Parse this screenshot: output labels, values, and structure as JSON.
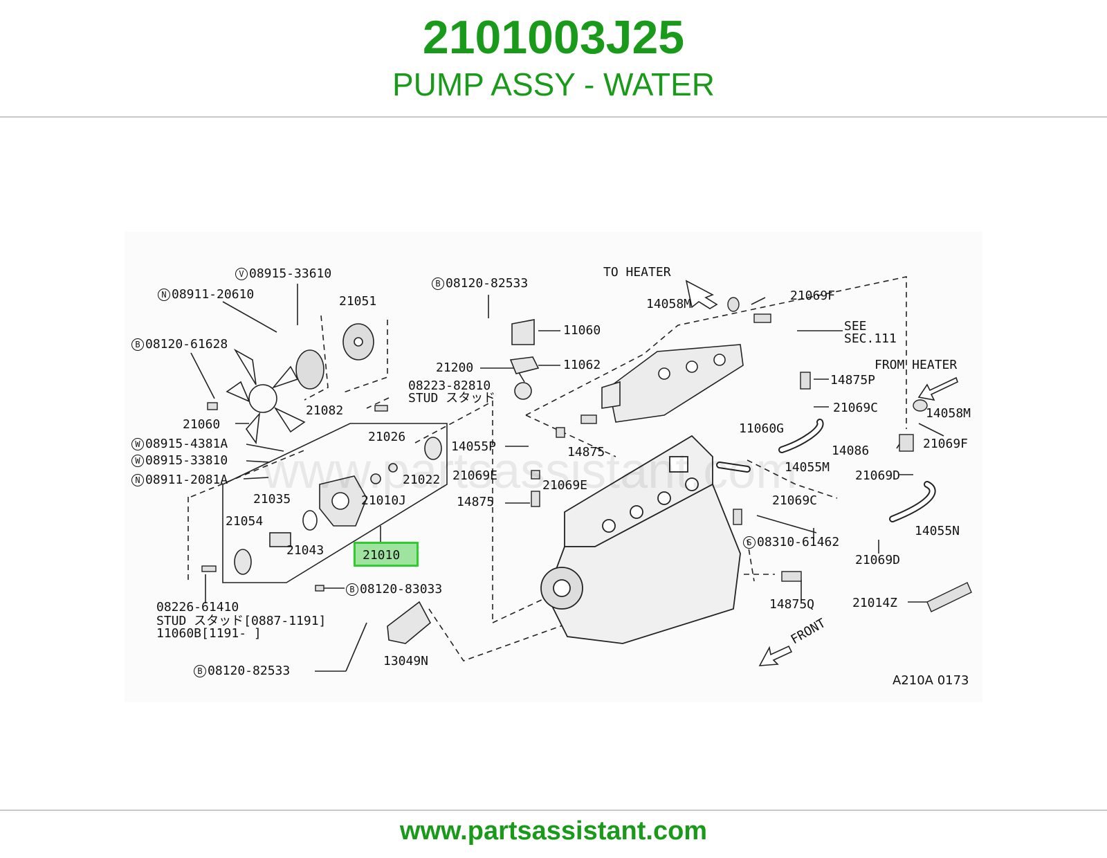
{
  "header": {
    "part_number": "2101003J25",
    "part_name": "PUMP ASSY - WATER"
  },
  "diagram": {
    "code": "A210A 0173",
    "watermark": "www.partsassistant.com",
    "highlighted_part": "21010",
    "callouts": {
      "c08915_33610": {
        "badge": "V",
        "text": "08915-33610"
      },
      "c08911_20610": {
        "badge": "N",
        "text": "08911-20610"
      },
      "c21051": {
        "text": "21051"
      },
      "c08120_61628": {
        "badge": "B",
        "text": "08120-61628"
      },
      "c21082": {
        "text": "21082"
      },
      "c21060": {
        "text": "21060"
      },
      "c08223_82810": {
        "text": "08223-82810"
      },
      "c_stud_1": {
        "text": "STUD スタッド"
      },
      "c21026": {
        "text": "21026"
      },
      "c21022": {
        "text": "21022"
      },
      "c08915_4381A": {
        "badge": "W",
        "text": "08915-4381A"
      },
      "c08915_33810": {
        "badge": "W",
        "text": "08915-33810"
      },
      "c08911_2081A": {
        "badge": "N",
        "text": "08911-2081A"
      },
      "c21035": {
        "text": "21035"
      },
      "c21010J": {
        "text": "21010J"
      },
      "c21054": {
        "text": "21054"
      },
      "c21043": {
        "text": "21043"
      },
      "c08120_83033": {
        "badge": "B",
        "text": "08120-83033"
      },
      "c08226_61410": {
        "text": "08226-61410"
      },
      "c_stud_2": {
        "text": "STUD スタッド[0887-1191]"
      },
      "c11060B": {
        "text": "11060B[1191-     ]"
      },
      "c13049N": {
        "text": "13049N"
      },
      "c08120_82533_b": {
        "badge": "B",
        "text": "08120-82533"
      },
      "c08120_82533_t": {
        "badge": "B",
        "text": "08120-82533"
      },
      "c11060": {
        "text": "11060"
      },
      "c11062": {
        "text": "11062"
      },
      "c21200": {
        "text": "21200"
      },
      "c14055P": {
        "text": "14055P"
      },
      "c14875_a": {
        "text": "14875"
      },
      "c21069E_a": {
        "text": "21069E"
      },
      "c21069E_b": {
        "text": "21069E"
      },
      "c14875_b": {
        "text": "14875"
      },
      "c_to_heater": {
        "text": "TO HEATER"
      },
      "c14058M_a": {
        "text": "14058M"
      },
      "c21069F_a": {
        "text": "21069F"
      },
      "c_see": {
        "text": "SEE"
      },
      "c_sec111": {
        "text": "SEC.111"
      },
      "c_from_heater": {
        "text": "FROM HEATER"
      },
      "c14875P": {
        "text": "14875P"
      },
      "c21069C_a": {
        "text": "21069C"
      },
      "c14058M_b": {
        "text": "14058M"
      },
      "c11060G": {
        "text": "11060G"
      },
      "c14086": {
        "text": "14086"
      },
      "c21069F_b": {
        "text": "21069F"
      },
      "c14055M": {
        "text": "14055M"
      },
      "c21069D_a": {
        "text": "21069D"
      },
      "c21069C_b": {
        "text": "21069C"
      },
      "c14055N": {
        "text": "14055N"
      },
      "c08310_61462": {
        "badge": "S",
        "text": "08310-61462"
      },
      "c21069D_b": {
        "text": "21069D"
      },
      "c14875Q": {
        "text": "14875Q"
      },
      "c21014Z": {
        "text": "21014Z"
      },
      "c_front": {
        "text": "FRONT"
      }
    }
  },
  "footer": {
    "url": "www.partsassistant.com"
  }
}
